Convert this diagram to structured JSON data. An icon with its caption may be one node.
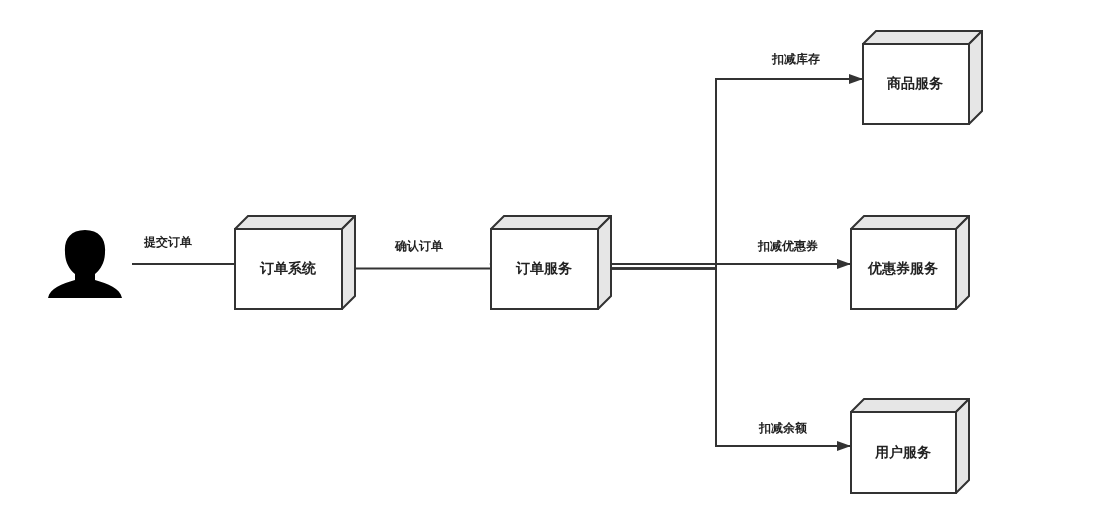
{
  "diagram": {
    "nodes": [
      {
        "text": [],
        "shape": "person"
      },
      {
        "text": [
          "订单系统"
        ]
      },
      {
        "text": [
          "订单服务"
        ]
      },
      {
        "text": [
          "商品服务"
        ]
      },
      {
        "text": [
          "优惠券服务"
        ]
      },
      {
        "text": [
          "用户服务"
        ]
      }
    ],
    "edges": [
      {
        "from": 0,
        "to": 1,
        "arrow": "none",
        "label": "提交订单"
      },
      {
        "from": 1,
        "to": 2,
        "arrow": "to",
        "label": "确认订单"
      },
      {
        "from": 2,
        "to": 3,
        "arrow": "to",
        "label": "扣减库存"
      },
      {
        "from": 2,
        "to": 4,
        "arrow": "to",
        "label": "扣减优惠券"
      },
      {
        "from": 2,
        "to": 5,
        "arrow": "to",
        "label": "扣减余额"
      }
    ]
  }
}
